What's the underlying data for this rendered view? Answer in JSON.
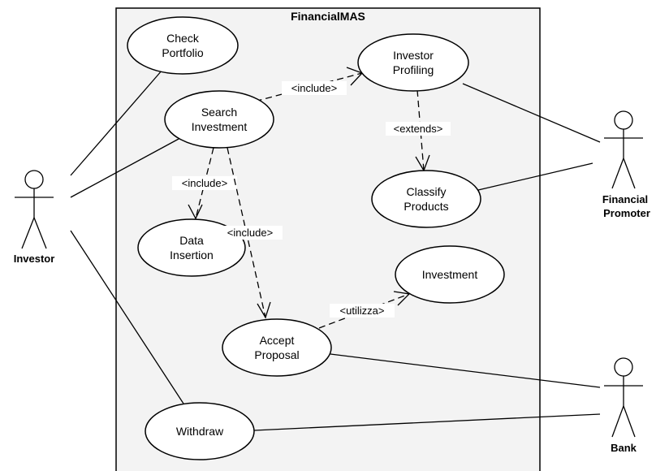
{
  "system": {
    "title": "FinancialMAS"
  },
  "actors": [
    {
      "id": "investor",
      "label": "Investor"
    },
    {
      "id": "financial-promoter",
      "label_line1": "Financial",
      "label_line2": "Promoter"
    },
    {
      "id": "bank",
      "label": "Bank"
    }
  ],
  "use_cases": {
    "check_portfolio": {
      "line1": "Check",
      "line2": "Portfolio"
    },
    "investor_profiling": {
      "line1": "Investor",
      "line2": "Profiling"
    },
    "search_investment": {
      "line1": "Search",
      "line2": "Investment"
    },
    "classify_products": {
      "line1": "Classify",
      "line2": "Products"
    },
    "data_insertion": {
      "line1": "Data",
      "line2": "Insertion"
    },
    "investment": {
      "line1": "Investment"
    },
    "accept_proposal": {
      "line1": "Accept",
      "line2": "Proposal"
    },
    "withdraw": {
      "line1": "Withdraw"
    }
  },
  "relations": {
    "include_profiling": "<include>",
    "extends_classify": "<extends>",
    "include_data": "<include>",
    "include_accept": "<include>",
    "utilizza_investment": "<utilizza>"
  }
}
